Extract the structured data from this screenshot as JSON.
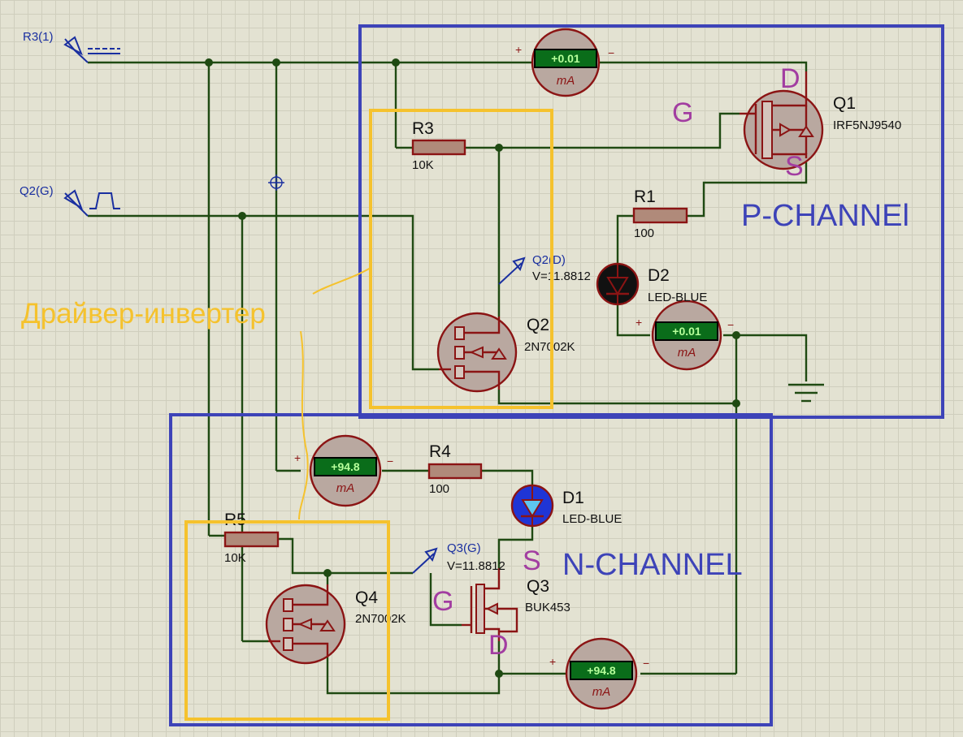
{
  "colors": {
    "background": "#e3e2d2",
    "wire": "#1f4a12",
    "component": "#8b1414",
    "box_blue": "#3d43b8",
    "box_yellow": "#f5c22d",
    "pin_label": "#a23da1",
    "probe": "#1a2fa0"
  },
  "generators": {
    "r3": {
      "label": "R3(1)"
    },
    "q2": {
      "label": "Q2(G)"
    }
  },
  "probes": {
    "q2d": {
      "label": "Q2(D)",
      "value": "V=11.8812"
    },
    "q3g": {
      "label": "Q3(G)",
      "value": "V=11.8812"
    }
  },
  "components": {
    "r3": {
      "name": "R3",
      "value": "10K"
    },
    "r1": {
      "name": "R1",
      "value": "100"
    },
    "r4": {
      "name": "R4",
      "value": "100"
    },
    "r5": {
      "name": "R5",
      "value": "10K"
    },
    "q1": {
      "name": "Q1",
      "part": "IRF5NJ9540"
    },
    "q2": {
      "name": "Q2",
      "part": "2N7002K"
    },
    "q3": {
      "name": "Q3",
      "part": "BUK453"
    },
    "q4": {
      "name": "Q4",
      "part": "2N7002K"
    },
    "d1": {
      "name": "D1",
      "part": "LED-BLUE"
    },
    "d2": {
      "name": "D2",
      "part": "LED-BLUE"
    }
  },
  "meters": {
    "m_top": {
      "value": "+0.01",
      "unit": "mA",
      "plus": "+",
      "minus": "−"
    },
    "m_d2": {
      "value": "+0.01",
      "unit": "mA",
      "plus": "+",
      "minus": "−"
    },
    "m_r4": {
      "value": "+94.8",
      "unit": "mA",
      "plus": "+",
      "minus": "−"
    },
    "m_bottom": {
      "value": "+94.8",
      "unit": "mA",
      "plus": "+",
      "minus": "−"
    }
  },
  "pins": {
    "q1_d": "D",
    "q1_g": "G",
    "q1_s": "S",
    "q3_s": "S",
    "q3_g": "G",
    "q3_d": "D"
  },
  "sections": {
    "p_channel": "P-CHANNEl",
    "n_channel": "N-CHANNEL",
    "driver": "Драйвер-инвертер"
  }
}
